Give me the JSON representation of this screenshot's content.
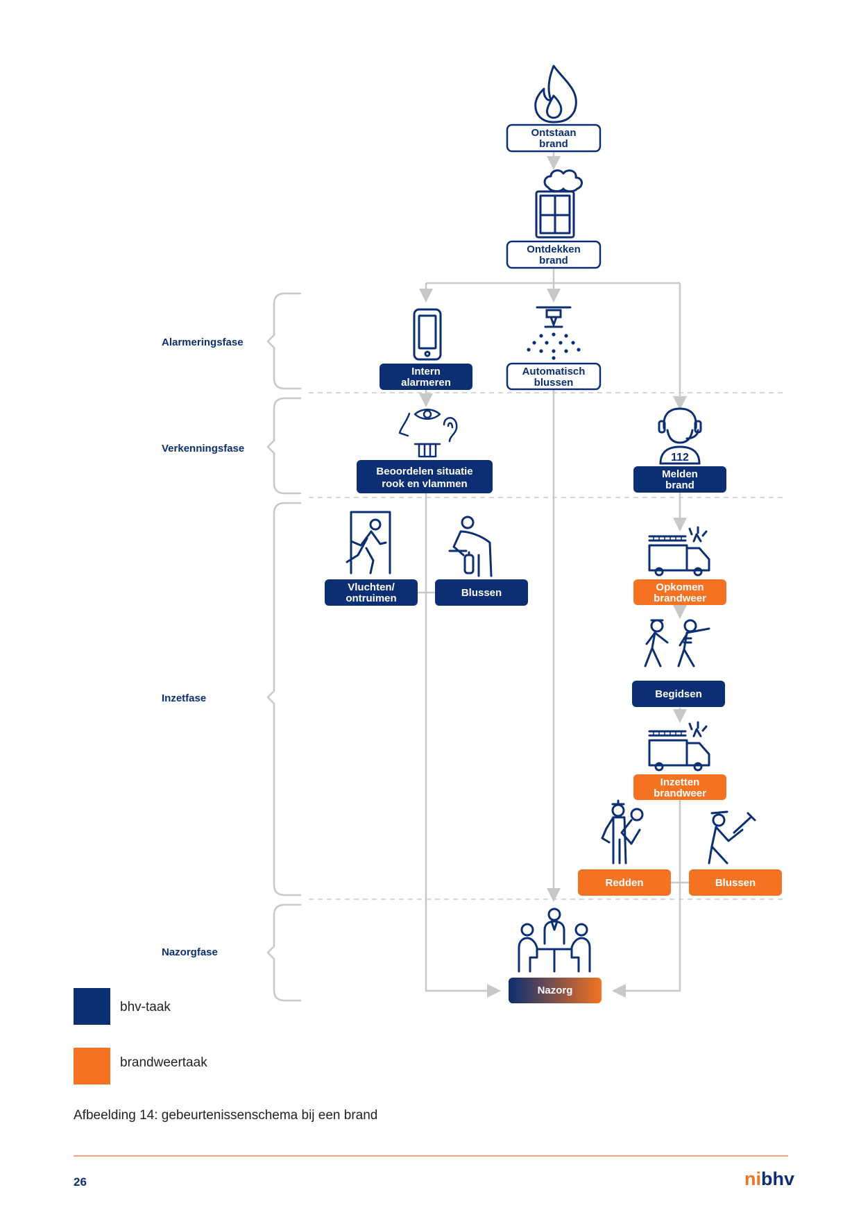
{
  "nodes": {
    "ontstaan": {
      "line1": "Ontstaan",
      "line2": "brand"
    },
    "ontdekken": {
      "line1": "Ontdekken",
      "line2": "brand"
    },
    "intern": {
      "line1": "Intern",
      "line2": "alarmeren"
    },
    "automatisch": {
      "line1": "Automatisch",
      "line2": "blussen"
    },
    "beoordelen": {
      "line1": "Beoordelen situatie",
      "line2": "rook en vlammen"
    },
    "melden": {
      "line1": "Melden",
      "line2": "brand"
    },
    "vluchten": {
      "line1": "Vluchten/",
      "line2": "ontruimen"
    },
    "blussen_bhv": {
      "line1": "Blussen"
    },
    "opkomen": {
      "line1": "Opkomen",
      "line2": "brandweer"
    },
    "begidsen": {
      "line1": "Begidsen"
    },
    "inzetten": {
      "line1": "Inzetten",
      "line2": "brandweer"
    },
    "redden": {
      "line1": "Redden"
    },
    "blussen_bw": {
      "line1": "Blussen"
    },
    "nazorg": {
      "line1": "Nazorg"
    }
  },
  "icons": {
    "headset_number": "112"
  },
  "phases": [
    {
      "label": "Alarmeringsfase"
    },
    {
      "label": "Verkenningsfase"
    },
    {
      "label": "Inzetfase"
    },
    {
      "label": "Nazorgfase"
    }
  ],
  "legend": [
    {
      "label": "bhv-taak",
      "color": "#0c2e72"
    },
    {
      "label": "brandweertaak",
      "color": "#f37322"
    }
  ],
  "caption": "Afbeelding 14: gebeurtenissenschema bij een brand",
  "page_number": "26",
  "logo": {
    "part1": "ni",
    "part2": "bhv"
  },
  "colors": {
    "navy": "#0c2e72",
    "orange": "#f37322",
    "connector": "#c8c8c8"
  }
}
